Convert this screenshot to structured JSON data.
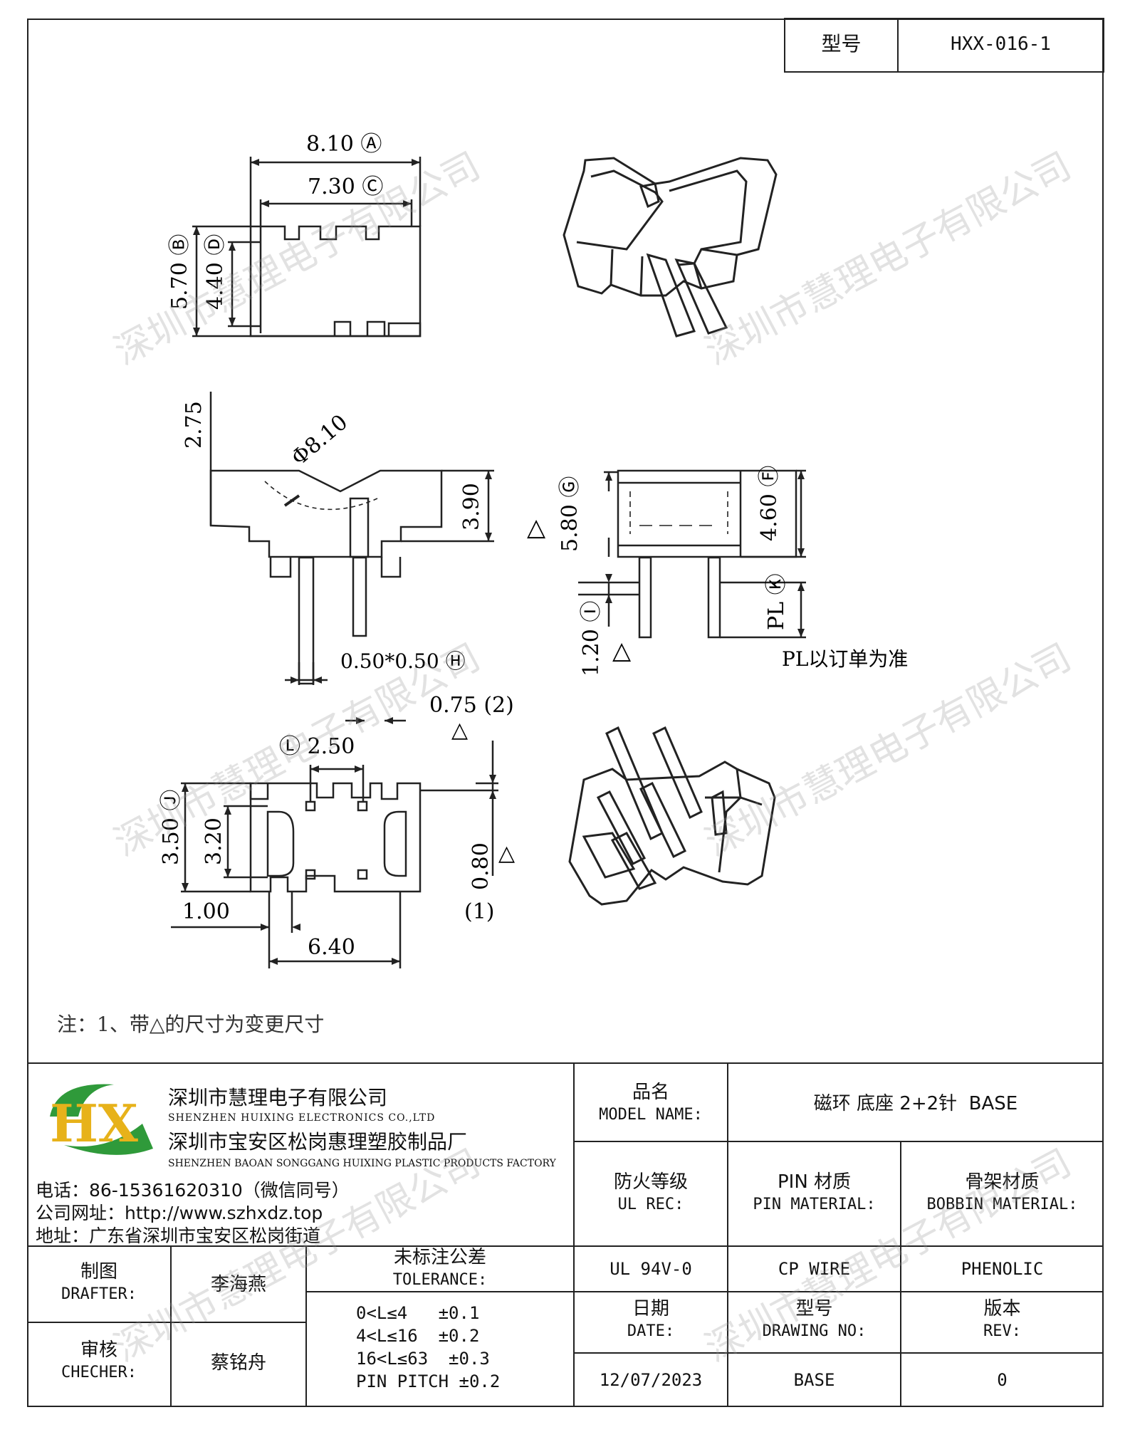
{
  "header": {
    "model_label": "型号",
    "model_value": "HXX-016-1"
  },
  "drawing": {
    "top_view": {
      "dim_a": "8.10 Ⓐ",
      "dim_c": "7.30 Ⓒ",
      "dim_b": "5.70 Ⓑ",
      "dim_d": "4.40 Ⓓ"
    },
    "front_view": {
      "dim_275": "2.75",
      "dim_phi": "Φ8.10",
      "dim_390": "3.90",
      "dim_pin": "0.50*0.50 Ⓗ"
    },
    "side_view": {
      "dim_580": "5.80 Ⓖ",
      "dim_460": "4.60 Ⓕ",
      "dim_120": "1.20 Ⓘ",
      "dim_pl": "PL Ⓚ",
      "pl_note": "PL以订单为准"
    },
    "bottom_view": {
      "dim_075": "0.75 (2)",
      "dim_250": "Ⓛ 2.50",
      "dim_350": "3.50 Ⓙ",
      "dim_320": "3.20",
      "dim_100": "1.00",
      "dim_640": "6.40",
      "dim_080": "0.80",
      "dim_080_idx": "(1)"
    },
    "note": "注：1、带△的尺寸为变更尺寸",
    "change_mark": "△"
  },
  "company": {
    "name_cn": "深圳市慧理电子有限公司",
    "name_en": "SHENZHEN HUIXING ELECTRONICS CO.,LTD",
    "factory_cn": "深圳市宝安区松岗惠理塑胶制品厂",
    "factory_en": "SHENZHEN BAOAN SONGGANG HUIXING PLASTIC PRODUCTS FACTORY",
    "phone": "电话：86-15361620310（微信同号）",
    "website": "公司网址：http://www.szhxdz.top",
    "address": "地址：广东省深圳市宝安区松岗街道",
    "logo_text": "HX",
    "logo_colors": {
      "green": "#2f9a3a",
      "yellow": "#e7b21a",
      "blue": "#2b5fa8"
    }
  },
  "watermark": "深圳市慧理电子有限公司",
  "title_block": {
    "model_name_label_cn": "品名",
    "model_name_label_en": "MODEL NAME:",
    "model_name_value": "磁环 底座 2+2针  BASE",
    "ul_label_cn": "防火等级",
    "ul_label_en": "UL REC:",
    "pin_label_cn": "PIN 材质",
    "pin_label_en": "PIN MATERIAL:",
    "bobbin_label_cn": "骨架材质",
    "bobbin_label_en": "BOBBIN MATERIAL:",
    "ul_value": "UL 94V-0",
    "pin_value": "CP WIRE",
    "bobbin_value": "PHENOLIC",
    "drafter_label_cn": "制图",
    "drafter_label_en": "DRAFTER:",
    "drafter_value": "李海燕",
    "checker_label_cn": "审核",
    "checker_label_en": "CHECHER:",
    "checker_value": "蔡铭舟",
    "tolerance_label_cn": "未标注公差",
    "tolerance_label_en": "TOLERANCE:",
    "tolerance_lines": [
      "0<L≤4   ±0.1",
      "4<L≤16  ±0.2",
      "16<L≤63  ±0.3",
      "PIN PITCH ±0.2"
    ],
    "date_label_cn": "日期",
    "date_label_en": "DATE:",
    "date_value": "12/07/2023",
    "drawing_no_label_cn": "型号",
    "drawing_no_label_en": "DRAWING NO:",
    "drawing_no_value": "BASE",
    "rev_label_cn": "版本",
    "rev_label_en": "REV:",
    "rev_value": "0"
  }
}
